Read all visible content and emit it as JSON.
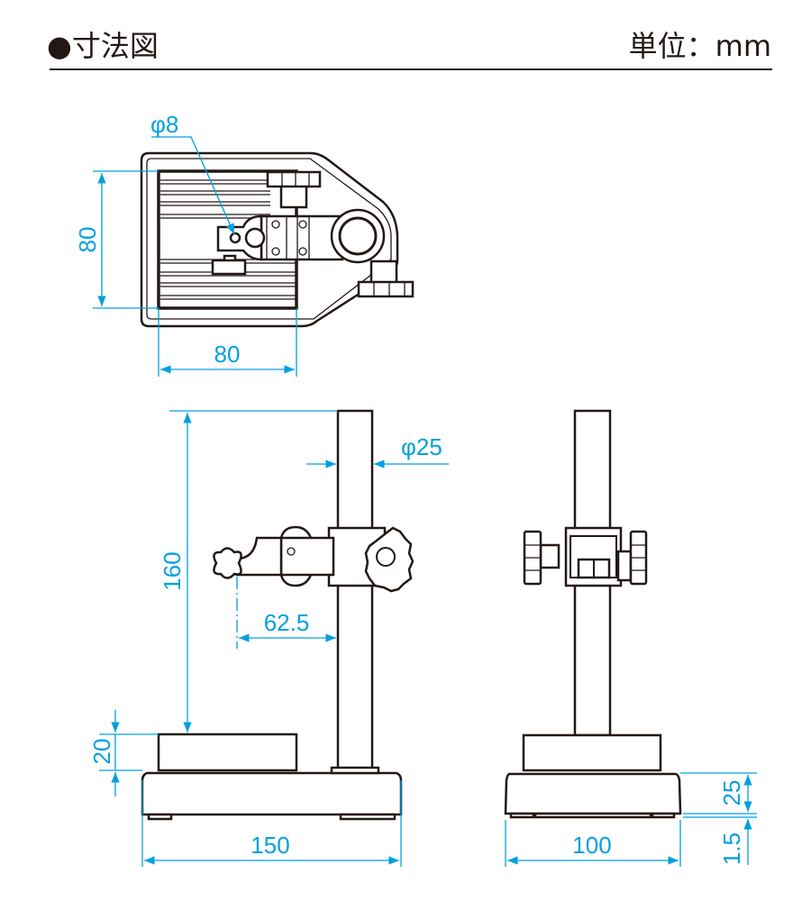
{
  "header": {
    "title": "●寸法図",
    "unit": "単位：mm"
  },
  "colors": {
    "dimension": "#00a0e0",
    "line": "#231815"
  },
  "top_view": {
    "hole_dia": "φ8",
    "depth": "80",
    "width": "80"
  },
  "front_view": {
    "pillar_dia": "φ25",
    "height": "160",
    "block_height": "20",
    "reach": "62.5",
    "base_width": "150"
  },
  "side_view": {
    "base_depth": "100",
    "base_height": "25",
    "foot_height": "1.5"
  }
}
